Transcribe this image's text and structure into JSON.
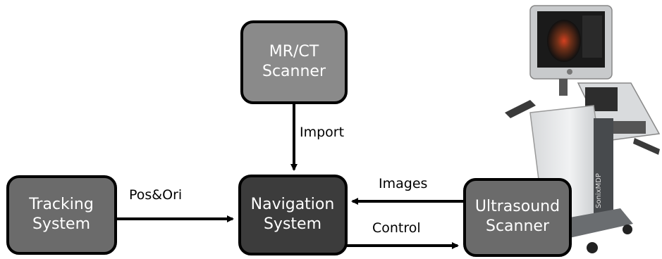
{
  "nodes": {
    "mrct": {
      "line1": "MR/CT",
      "line2": "Scanner"
    },
    "tracking": {
      "line1": "Tracking",
      "line2": "System"
    },
    "navigation": {
      "line1": "Navigation",
      "line2": "System"
    },
    "ultrasound": {
      "line1": "Ultrasound",
      "line2": "Scanner"
    }
  },
  "edges": {
    "import": "Import",
    "pos_ori": "Pos&Ori",
    "images": "Images",
    "control": "Control"
  },
  "product_branding": "SonixMDP",
  "colors": {
    "mid_box": "#8a8a8a",
    "side_box": "#6b6b6b",
    "nav_box": "#3c3c3c",
    "border": "#000000"
  }
}
